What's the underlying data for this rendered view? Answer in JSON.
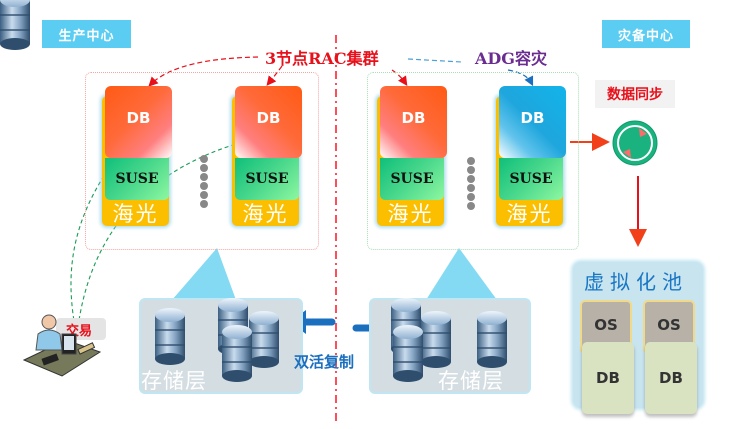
{
  "diagram": {
    "production_center": {
      "label": "生产中心"
    },
    "dr_center": {
      "label": "灾备中心"
    },
    "rac_cluster_label": "3节点RAC集群",
    "adg_label": "ADG容灾",
    "data_sync_label": "数据同步",
    "transaction_label": "交易",
    "replication_label": "双活复制",
    "storage_label": "存储层",
    "virtual_pool": {
      "title": "虚拟化池",
      "vms": [
        {
          "os": "OS",
          "db": "DB"
        },
        {
          "os": "OS",
          "db": "DB"
        }
      ]
    },
    "production_nodes": [
      {
        "db": "DB",
        "os": "SUSE",
        "hardware": "海光"
      },
      {
        "db": "DB",
        "os": "SUSE",
        "hardware": "海光"
      }
    ],
    "dr_nodes": [
      {
        "db": "DB",
        "os": "SUSE",
        "hardware": "海光"
      },
      {
        "db": "DB",
        "os": "SUSE",
        "hardware": "海光"
      }
    ],
    "colors": {
      "badge": "#5bcdf2",
      "rac_text": "#e8101a",
      "adg_text": "#6a2c91",
      "db_primary": "#ff5a14",
      "db_standby": "#12b4ea",
      "os_green": "#2fcf85",
      "hardware": "#fcbf00",
      "replication": "#1b6fbf"
    }
  }
}
